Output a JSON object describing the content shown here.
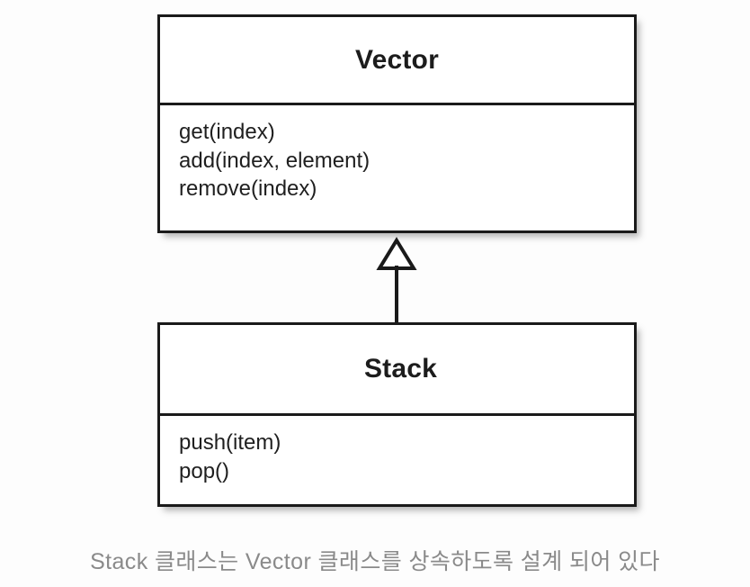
{
  "diagram": {
    "type": "uml-class-diagram",
    "background_color": "#fdfdfd",
    "line_color": "#1a1a1a",
    "caption": "Stack 클래스는 Vector 클래스를 상속하도록 설계 되어 있다",
    "caption_color": "#8a8a8a",
    "relationship": {
      "kind": "generalization",
      "label": "",
      "arrowhead": "hollow-triangle",
      "from": "Stack",
      "to": "Vector"
    },
    "classes": [
      {
        "id": "vector",
        "name": "Vector",
        "members": [
          "get(index)",
          "add(index, element)",
          "remove(index)"
        ]
      },
      {
        "id": "stack",
        "name": "Stack",
        "members": [
          "push(item)",
          "pop()"
        ]
      }
    ]
  }
}
